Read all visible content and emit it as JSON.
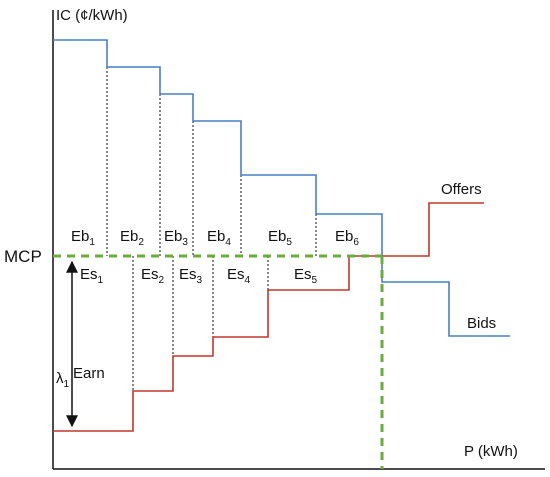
{
  "diagram": {
    "axes": {
      "y_label": "IC (¢/kWh)",
      "x_label": "P (kWh)"
    },
    "mcp_label": "MCP",
    "earn": {
      "lambda_symbol": "λ",
      "lambda_sub": "1",
      "label": "Earn"
    },
    "bid_blocks": [
      {
        "base": "Eb",
        "sub": "1"
      },
      {
        "base": "Eb",
        "sub": "2"
      },
      {
        "base": "Eb",
        "sub": "3"
      },
      {
        "base": "Eb",
        "sub": "4"
      },
      {
        "base": "Eb",
        "sub": "5"
      },
      {
        "base": "Eb",
        "sub": "6"
      }
    ],
    "offer_blocks": [
      {
        "base": "Es",
        "sub": "1"
      },
      {
        "base": "Es",
        "sub": "2"
      },
      {
        "base": "Es",
        "sub": "3"
      },
      {
        "base": "Es",
        "sub": "4"
      },
      {
        "base": "Es",
        "sub": "5"
      }
    ],
    "curve_labels": {
      "offers": "Offers",
      "bids": "Bids"
    },
    "colors": {
      "bids": "#4a7ec2",
      "offers": "#c0392b",
      "mcp_line": "#6aad3d",
      "axis": "#111111"
    }
  }
}
